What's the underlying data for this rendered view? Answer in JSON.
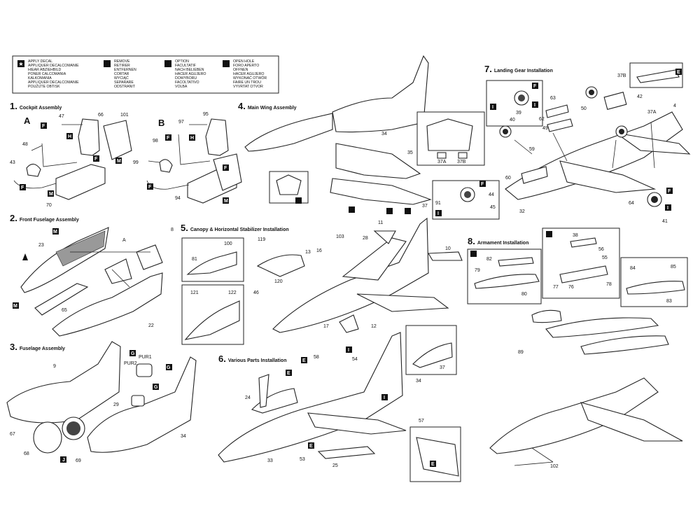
{
  "legend": {
    "apply_decal": [
      "APPLY DECAL",
      "APPLIQUER DECALCOMANIE",
      "HIEAR ABZIEHBILD",
      "PONER CALCOMANIA",
      "KALKOMANIA",
      "APPLIQUER DECALCOMANIE",
      "POUŽIJTE OBTISK"
    ],
    "remove": [
      "REMOVE",
      "RETIRER",
      "ENTFERNEN",
      "CORTAR",
      "WYCIĄĆ",
      "SEPARARE",
      "ODSTRANIT"
    ],
    "option": [
      "OPTION",
      "FACULTATIF",
      "NACH BELIEBEN",
      "HACER AGUJERO",
      "DOWYBORU",
      "FACOLTATIVO",
      "VOLBA"
    ],
    "open_hole": [
      "OPEN HOLE",
      "FORO APERTO",
      "OFFNEN",
      "HACER AGUJERO",
      "WYKONAĆ OTWÓR",
      "FAIRE UN TROU",
      "VYVRTAT OTVOR"
    ]
  },
  "steps": {
    "s1": {
      "num": "1.",
      "title": "Cockpit Assembly",
      "variant_a": "A",
      "variant_b": "B"
    },
    "s2": {
      "num": "2.",
      "title": "Front Fuselage Assembly"
    },
    "s3": {
      "num": "3.",
      "title": "Fuselage Assembly"
    },
    "s4": {
      "num": "4.",
      "title": "Main Wing Assembly"
    },
    "s5": {
      "num": "5.",
      "title": "Canopy & Horizontal Stabilizer Installation"
    },
    "s6": {
      "num": "6.",
      "title": "Various Parts Installation"
    },
    "s7": {
      "num": "7.",
      "title": "Landing Gear Installation"
    },
    "s8": {
      "num": "8.",
      "title": "Armament Installation"
    }
  },
  "badges": {
    "F": "F",
    "H": "H",
    "M": "M",
    "G": "G",
    "I": "I",
    "J": "J",
    "E": "E"
  },
  "parts": {
    "p1": [
      "47",
      "66",
      "101",
      "48",
      "43",
      "70",
      "95",
      "97",
      "98",
      "99",
      "94"
    ],
    "p2": [
      "23",
      "65",
      "22",
      "8",
      "A"
    ],
    "p3": [
      "9",
      "PUR1",
      "PUR2",
      "29",
      "67",
      "68",
      "69",
      "34"
    ],
    "p4": [
      "34",
      "35",
      "37A",
      "37B",
      "37"
    ],
    "p5": [
      "100",
      "81",
      "119",
      "120",
      "121",
      "122",
      "103",
      "13",
      "16",
      "28",
      "11",
      "10",
      "46",
      "17",
      "12"
    ],
    "p6": [
      "24",
      "58",
      "54",
      "34",
      "33",
      "53",
      "25",
      "37",
      "57"
    ],
    "p7": [
      "37B",
      "42",
      "37A",
      "4",
      "63",
      "62",
      "39",
      "40",
      "50",
      "49",
      "59",
      "60",
      "44",
      "45",
      "91",
      "32",
      "41",
      "64"
    ],
    "p8": [
      "82",
      "79",
      "80",
      "38",
      "56",
      "55",
      "77",
      "76",
      "78",
      "84",
      "85",
      "83",
      "89",
      "102"
    ]
  },
  "icons": [
    "apply-decal-icon",
    "remove-icon",
    "option-icon",
    "open-hole-icon"
  ]
}
